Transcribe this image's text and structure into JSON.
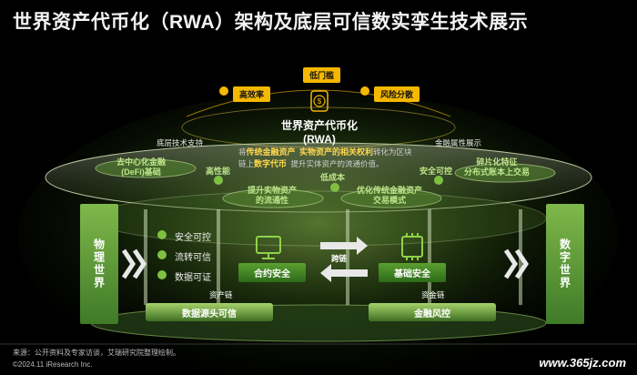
{
  "title": "世界资产代币化（RWA）架构及底层可信数实孪生技术展示",
  "top": {
    "low_threshold": "低门槛",
    "efficiency": "高效率",
    "risk": "风险分散",
    "rwa_line1": "世界资产代币化",
    "rwa_line2": "(RWA)"
  },
  "upper_ring": {
    "left_heading": "底层技术支持",
    "right_heading": "金融属性展示",
    "center_bold": "传统金融资产",
    "center_bold2": "实物资产的相关权利",
    "center_bold3": "数字代币",
    "center_text1": "将",
    "center_text2": "转化为区块",
    "center_text3": "链上",
    "center_text4": "提升实体资产的流通价值。",
    "left_item": "去中心化金融\n(DeFi)基础",
    "right_item": "碎片化特征\n分布式账本上交易",
    "left_title": "高性能",
    "right_title": "安全可控"
  },
  "middle_ring": {
    "low_cost": "低成本",
    "item_left": "提升实物资产\n的流通性",
    "item_right": "优化传统金融资产\n交易模式"
  },
  "sides": {
    "physical": "物理世界",
    "digital": "数字世界"
  },
  "checks": [
    "安全可控",
    "流转可信",
    "数据可证"
  ],
  "center_blocks": {
    "compliance": "合约安全",
    "infra": "基础安全",
    "mid_chain": "跨链",
    "left_chain": "资产链",
    "right_chain": "资金链"
  },
  "bottom": {
    "left": "数据源头可信",
    "right": "金融风控"
  },
  "footer": {
    "source": "来源：公开资料及专家访谈，艾瑞研究院整理绘制。",
    "copyright": "©2024.11 iResearch Inc."
  },
  "watermark": "www.365jz.com",
  "colors": {
    "accent": "#f5b800",
    "green": "#7fb84a",
    "bg": "#000000"
  }
}
